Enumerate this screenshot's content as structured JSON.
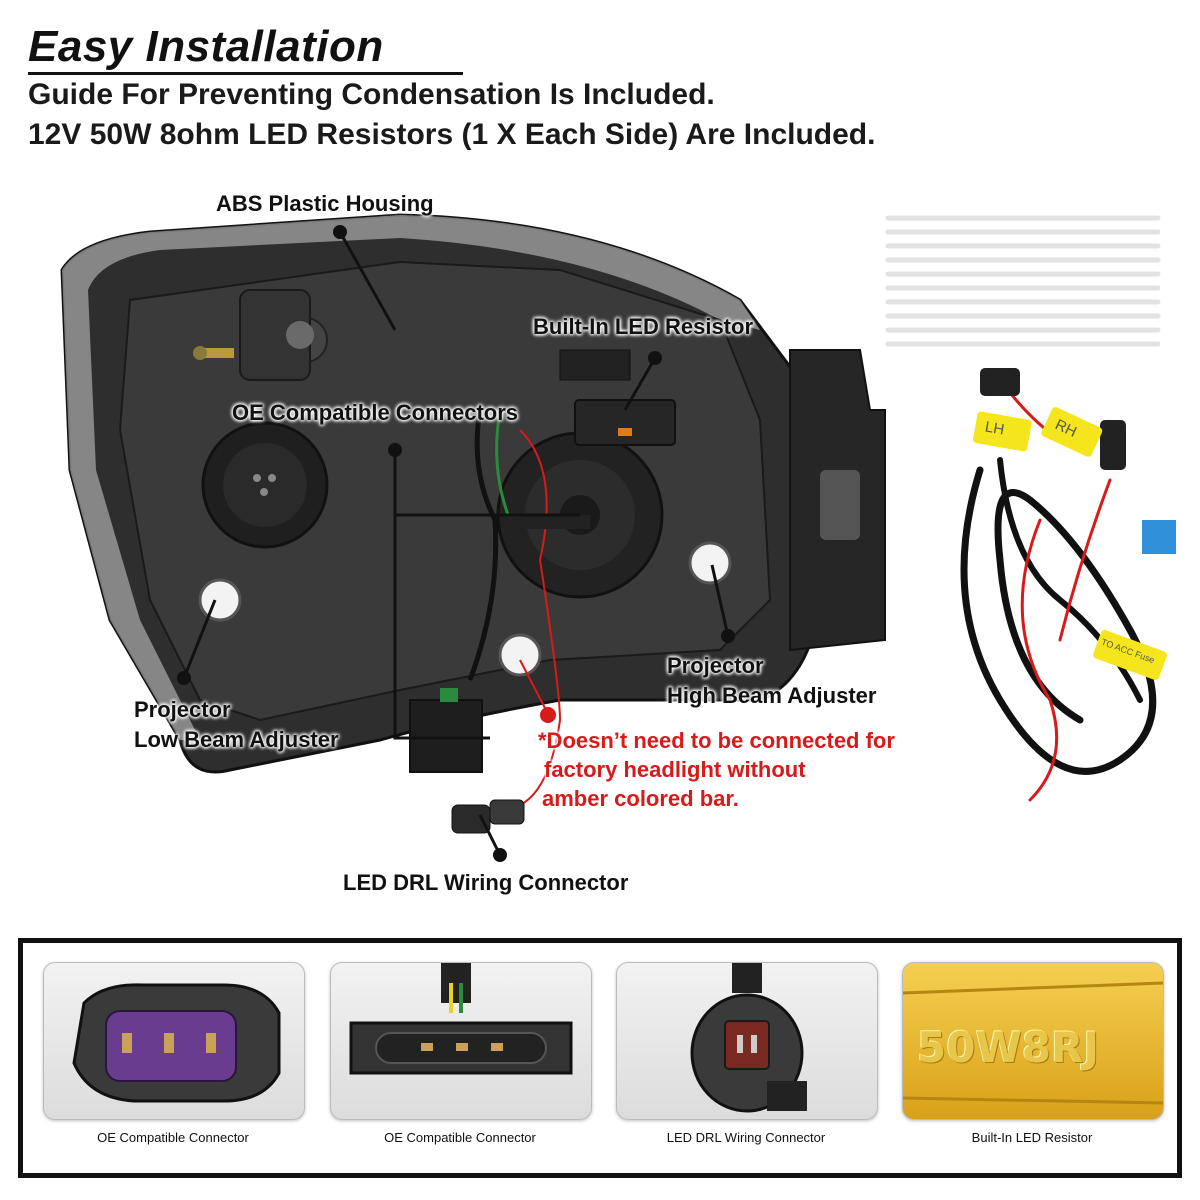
{
  "header": {
    "title": "Easy Installation",
    "line1": "Guide For Preventing Condensation Is Included.",
    "line2": "12V 50W 8ohm LED Resistors (1 X Each Side) Are Included."
  },
  "callouts": {
    "housing": "ABS Plastic Housing",
    "resistor": "Built-In LED Resistor",
    "oe_connectors": "OE Compatible Connectors",
    "low_beam_line1": "Projector",
    "low_beam_line2": "Low Beam Adjuster",
    "high_beam_line1": "Projector",
    "high_beam_line2": "High Beam Adjuster",
    "drl": "LED DRL Wiring Connector"
  },
  "note": {
    "line1": "*Doesn’t need to be connected for",
    "line2": "factory headlight without",
    "line3": "amber colored bar."
  },
  "harness_labels": {
    "left_tag": "LH",
    "right_tag": "RH",
    "fuse_tag": "TO ACC Fuse"
  },
  "thumbnails": [
    {
      "caption": "OE Compatible Connector"
    },
    {
      "caption": "OE Compatible Connector"
    },
    {
      "caption": "LED DRL Wiring Connector"
    },
    {
      "caption": "Built-In LED Resistor",
      "stamp": "50W8RJ"
    }
  ],
  "colors": {
    "accent_red": "#d71a1a",
    "housing_dark": "#2b2b2b",
    "resistor_gold": "#e3b52a",
    "tag_yellow": "#f4e51c"
  }
}
